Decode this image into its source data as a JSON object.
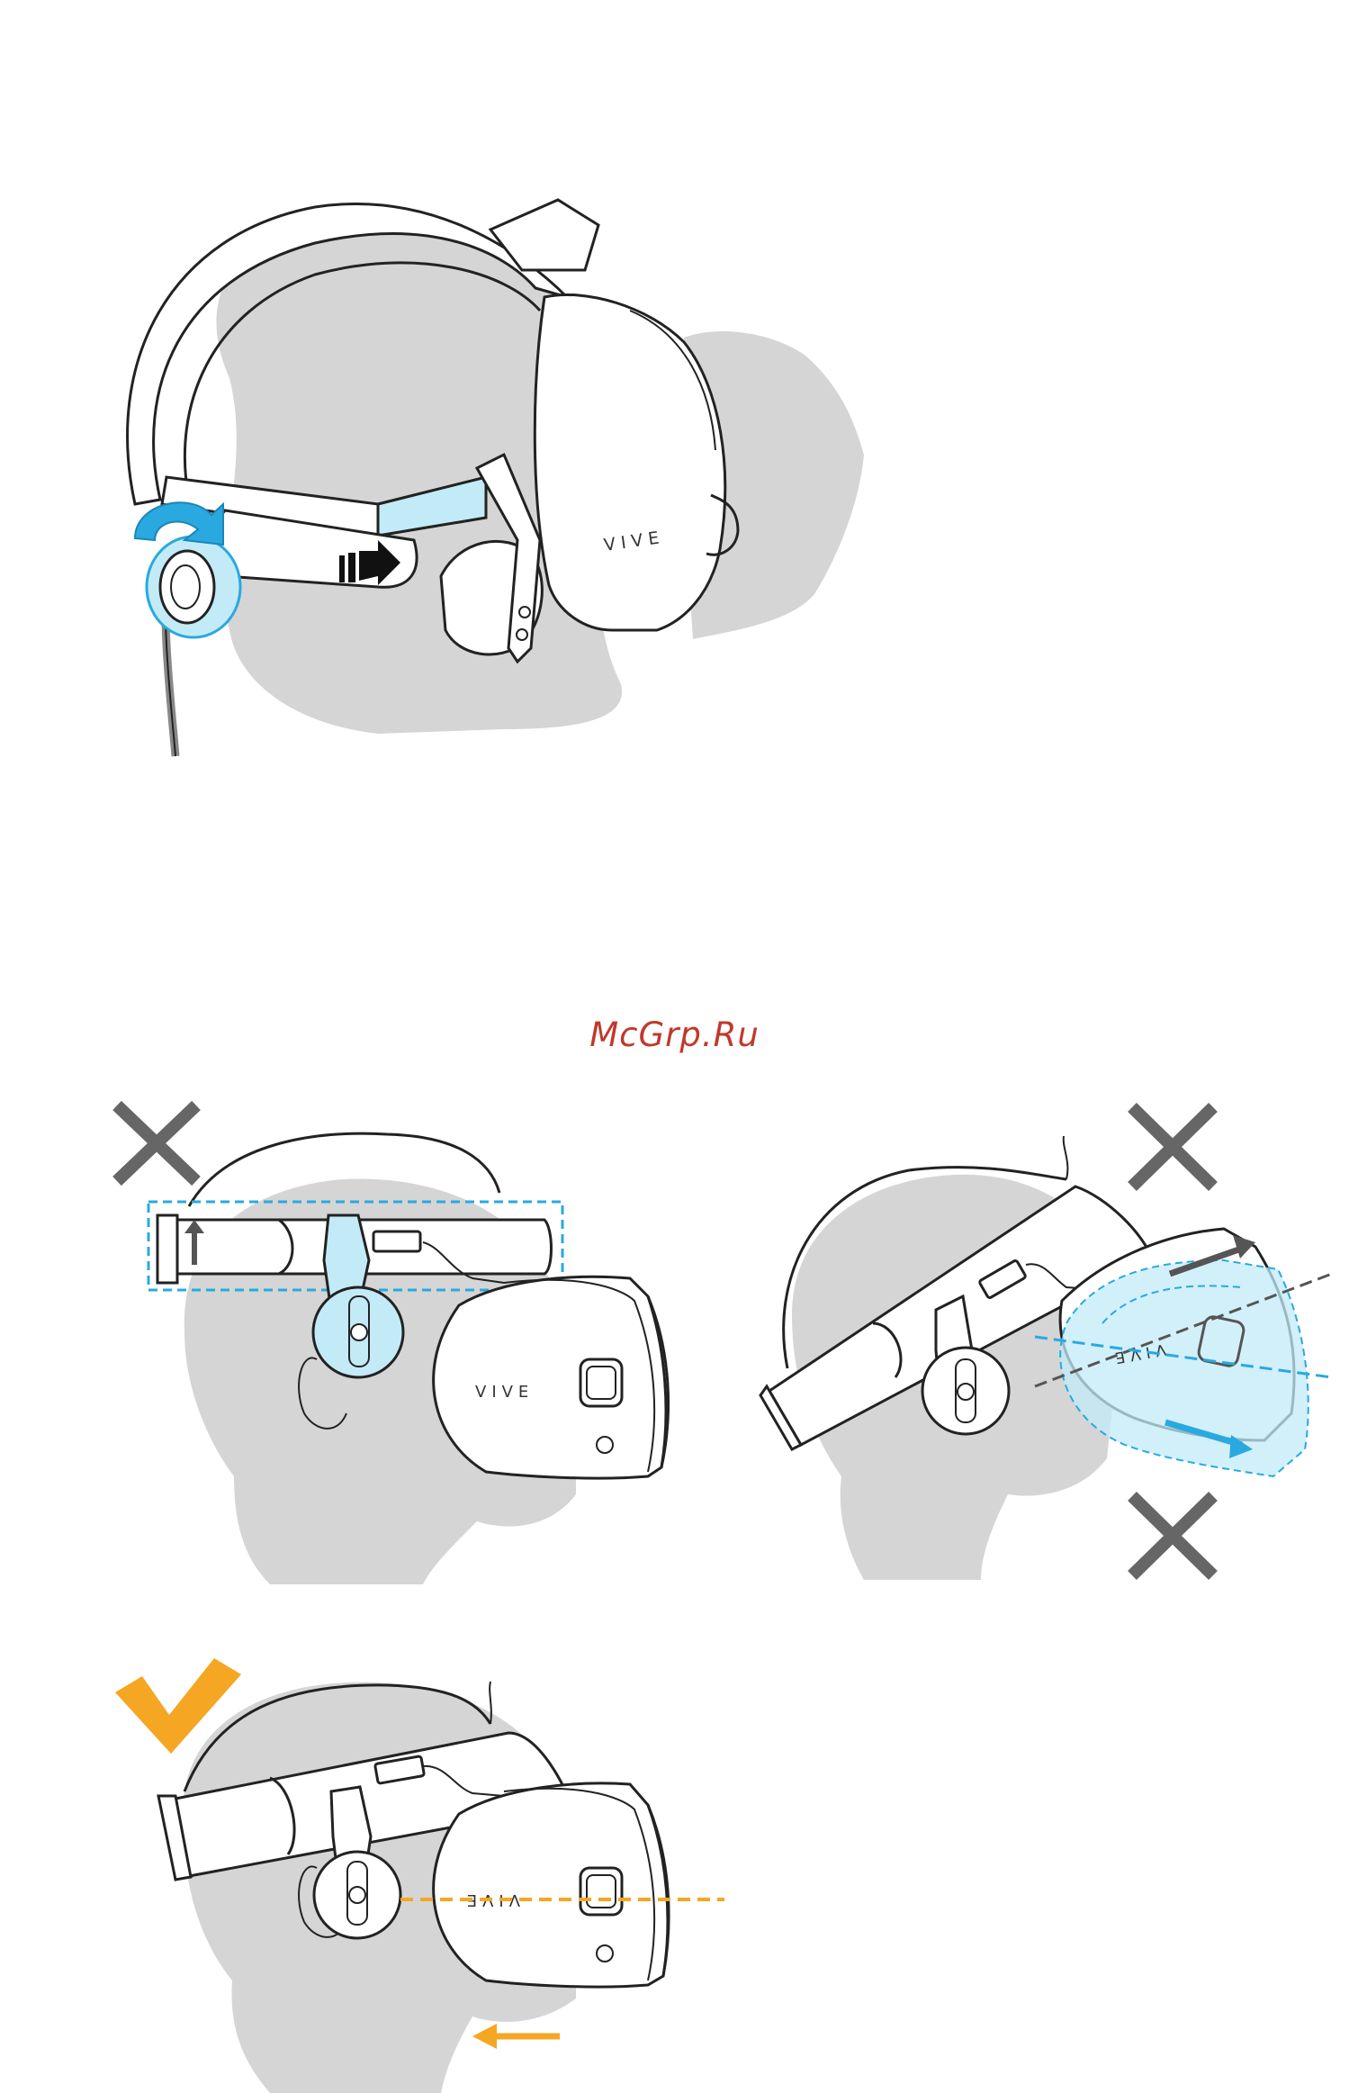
{
  "watermark": "McGrp.Ru",
  "brand_label": "VIVE",
  "figures": [
    {
      "name": "rotate-dial-step",
      "status": "instruction"
    },
    {
      "name": "strap-too-high",
      "status": "incorrect"
    },
    {
      "name": "headset-tilted",
      "status": "incorrect"
    },
    {
      "name": "headset-aligned",
      "status": "correct"
    }
  ],
  "colors": {
    "highlight_blue": "#29a9e0",
    "light_blue": "#c3ebf7",
    "head_gray": "#d5d5d5",
    "mark_gray": "#666666",
    "check_orange": "#f5a623",
    "outline": "#222222"
  },
  "icons": [
    "rotate-arrow-icon",
    "forward-arrow-icon",
    "cross-icon",
    "check-icon"
  ]
}
